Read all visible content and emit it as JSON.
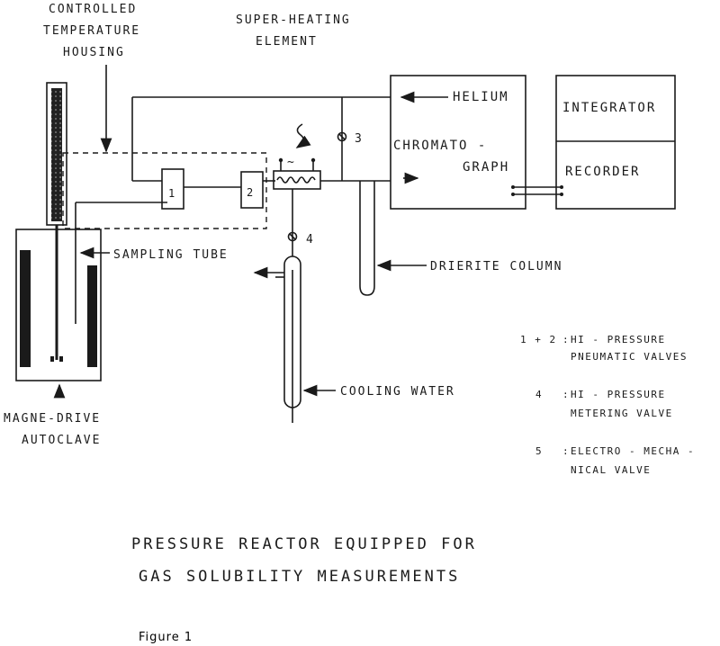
{
  "labels": {
    "controlled": "CONTROLLED",
    "temperature": "TEMPERATURE",
    "housing": "HOUSING",
    "super_heating": "SUPER-HEATING",
    "element": "ELEMENT",
    "helium": "HELIUM",
    "integrator": "INTEGRATOR",
    "chromato": "CHROMATO -",
    "graph": "GRAPH",
    "recorder": "RECORDER",
    "valve_1": "1",
    "valve_2": "2",
    "valve_3": "3",
    "valve_4": "4",
    "sampling_tube": "SAMPLING TUBE",
    "drierite_column": "DRIERITE  COLUMN",
    "cooling_water": "COOLING WATER",
    "magne_drive": "MAGNE-DRIVE",
    "autoclave": "AUTOCLAVE",
    "heater_symbol": "~"
  },
  "legend": [
    {
      "key": "1 + 2",
      "sep": ":",
      "line1": "HI - PRESSURE",
      "line2": "PNEUMATIC VALVES"
    },
    {
      "key": "4",
      "sep": ":",
      "line1": "HI - PRESSURE",
      "line2": "METERING  VALVE"
    },
    {
      "key": "5",
      "sep": ":",
      "line1": "ELECTRO - MECHA -",
      "line2": "NICAL  VALVE"
    }
  ],
  "caption": {
    "line1": "PRESSURE REACTOR  EQUIPPED  FOR",
    "line2": "GAS SOLUBILITY  MEASUREMENTS"
  },
  "figure_label": "Figure 1"
}
